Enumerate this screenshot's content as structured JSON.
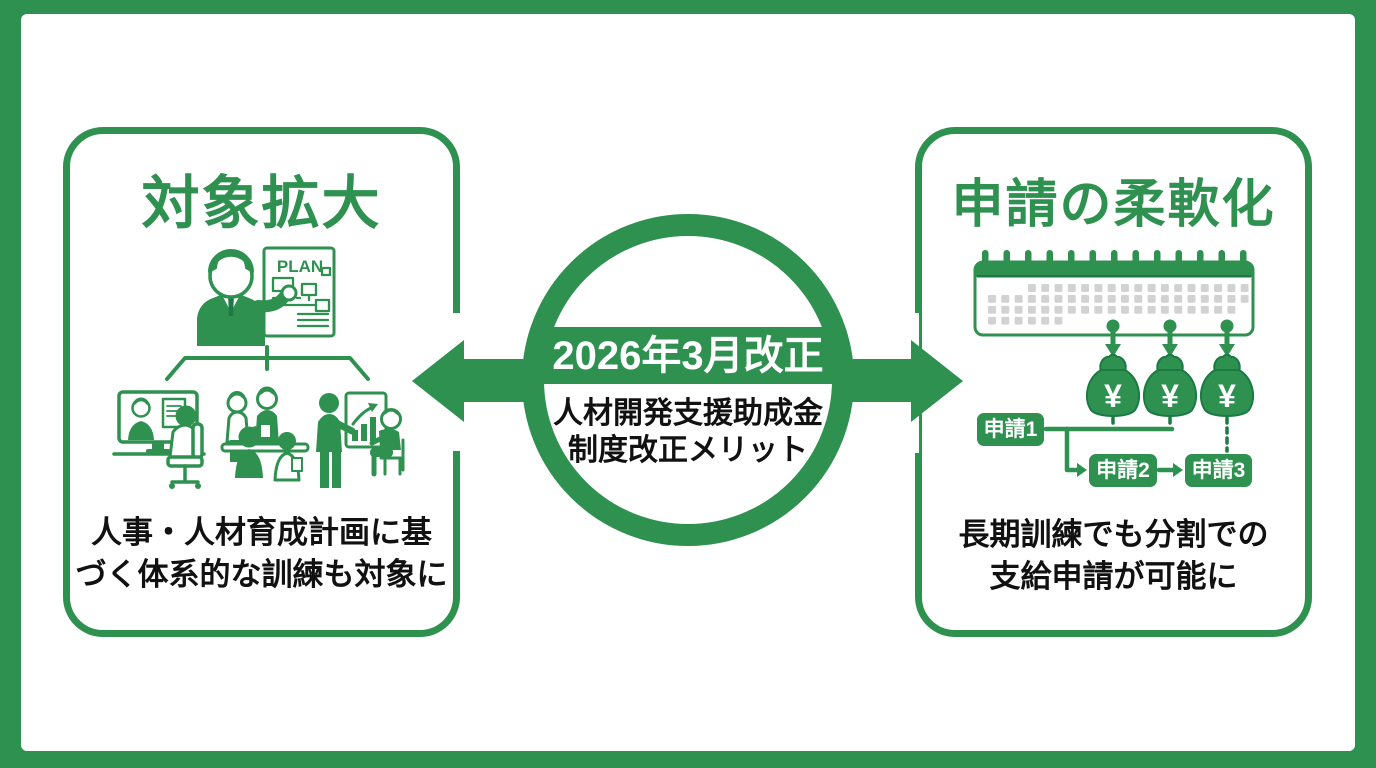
{
  "center_badge": {
    "year_label": "2026年3月改正",
    "subtitle_line1": "人材開発支援助成金",
    "subtitle_line2": "制度改正メリット"
  },
  "left_panel": {
    "title": "対象拡大",
    "caption_line1": "人事・人材育成計画に基",
    "caption_line2": "づく体系的な訓練も対象に",
    "plan_document_label": "PLAN"
  },
  "right_panel": {
    "title": "申請の柔軟化",
    "caption_line1": "長期訓練でも分割での",
    "caption_line2": "支給申請が可能に",
    "application_labels": [
      {
        "label": "申請1"
      },
      {
        "label": "申請2"
      },
      {
        "label": "申請3"
      }
    ],
    "money_bag_symbol": "¥"
  },
  "colors": {
    "green": "#2e9150",
    "dark_green": "#1b7a43",
    "text_black": "#111111",
    "calendar_gray": "#d2d2d2"
  }
}
